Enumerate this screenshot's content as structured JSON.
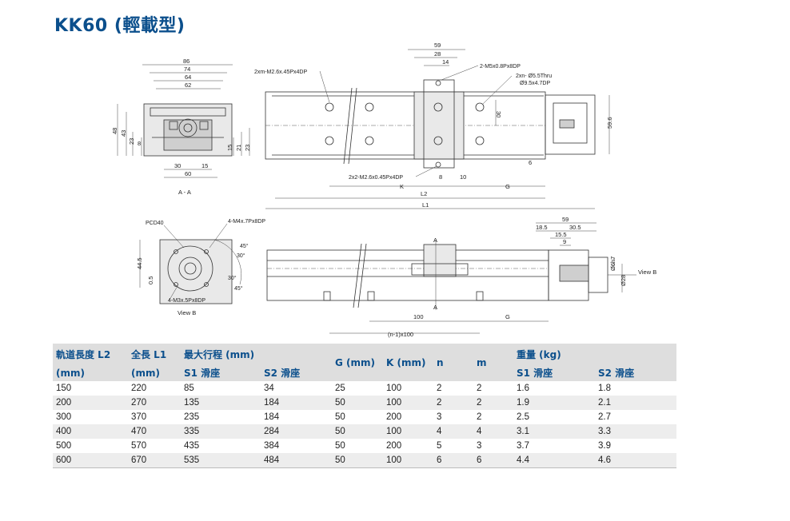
{
  "title": "KK60 (輕載型)",
  "drawing": {
    "section_label": "A - A",
    "view_b_label": "View B",
    "view_b_ref": "View B",
    "section_a": "A",
    "pcd": "PCD40",
    "m4_holes": "4-M4x.7Px8DP",
    "m3_holes": "4-M3x.5Px8DP",
    "angle_45a": "45°",
    "angle_30a": "30°",
    "angle_30b": "30°",
    "angle_45b": "45°",
    "dim_44_5": "44.5",
    "dim_0_5": "0.5",
    "dim_86": "86",
    "dim_74": "74",
    "dim_64": "64",
    "dim_62": "62",
    "dim_48": "48",
    "dim_43": "43",
    "dim_23a": "23",
    "dim_8": "8",
    "dim_15v": "15",
    "dim_21": "21",
    "dim_23b": "23",
    "dim_30": "30",
    "dim_15": "15",
    "dim_60": "60",
    "m26_holes": "2xm-M2.6x.45Px4DP",
    "m5_holes": "2-M5x0.8Px8DP",
    "thru_holes": "2xn- Ø5.5Thru",
    "cbore": "Ø9.5x4.7DP",
    "m26_2x2": "2x2-M2.6x0.45Px4DP",
    "top_59": "59",
    "top_28": "28",
    "top_14": "14",
    "top_30": "30",
    "top_6": "6",
    "top_8": "8",
    "top_10": "10",
    "top_59_6": "59.6",
    "top_k": "K",
    "top_g": "G",
    "top_l2": "L2",
    "top_l1": "L1",
    "side_59": "59",
    "side_18_5": "18.5",
    "side_30_5": "30.5",
    "side_15_5": "15.5",
    "side_9": "9",
    "side_6h7": "Ø6h7",
    "side_28": "Ø28",
    "side_100": "100",
    "side_g": "G",
    "side_n100": "(n-1)x100"
  },
  "table": {
    "headers": {
      "l2": "軌道長度 L2",
      "l2_unit": "(mm)",
      "l1": "全長 L1",
      "l1_unit": "(mm)",
      "stroke": "最大行程 (mm)",
      "stroke_s1": "S1 滑座",
      "stroke_s2": "S2 滑座",
      "g": "G (mm)",
      "k": "K (mm)",
      "n": "n",
      "m": "m",
      "weight": "重量 (kg)",
      "weight_s1": "S1 滑座",
      "weight_s2": "S2 滑座"
    },
    "rows": [
      {
        "l2": "150",
        "l1": "220",
        "s1": "85",
        "s2": "34",
        "g": "25",
        "k": "100",
        "n": "2",
        "m": "2",
        "w1": "1.6",
        "w2": "1.8"
      },
      {
        "l2": "200",
        "l1": "270",
        "s1": "135",
        "s2": "184",
        "g": "50",
        "k": "100",
        "n": "2",
        "m": "2",
        "w1": "1.9",
        "w2": "2.1"
      },
      {
        "l2": "300",
        "l1": "370",
        "s1": "235",
        "s2": "184",
        "g": "50",
        "k": "200",
        "n": "3",
        "m": "2",
        "w1": "2.5",
        "w2": "2.7"
      },
      {
        "l2": "400",
        "l1": "470",
        "s1": "335",
        "s2": "284",
        "g": "50",
        "k": "100",
        "n": "4",
        "m": "4",
        "w1": "3.1",
        "w2": "3.3"
      },
      {
        "l2": "500",
        "l1": "570",
        "s1": "435",
        "s2": "384",
        "g": "50",
        "k": "200",
        "n": "5",
        "m": "3",
        "w1": "3.7",
        "w2": "3.9"
      },
      {
        "l2": "600",
        "l1": "670",
        "s1": "535",
        "s2": "484",
        "g": "50",
        "k": "100",
        "n": "6",
        "m": "6",
        "w1": "4.4",
        "w2": "4.6"
      }
    ]
  },
  "colors": {
    "title": "#0b4f8c",
    "header_bg": "#dedede",
    "row_alt": "#ededed"
  }
}
